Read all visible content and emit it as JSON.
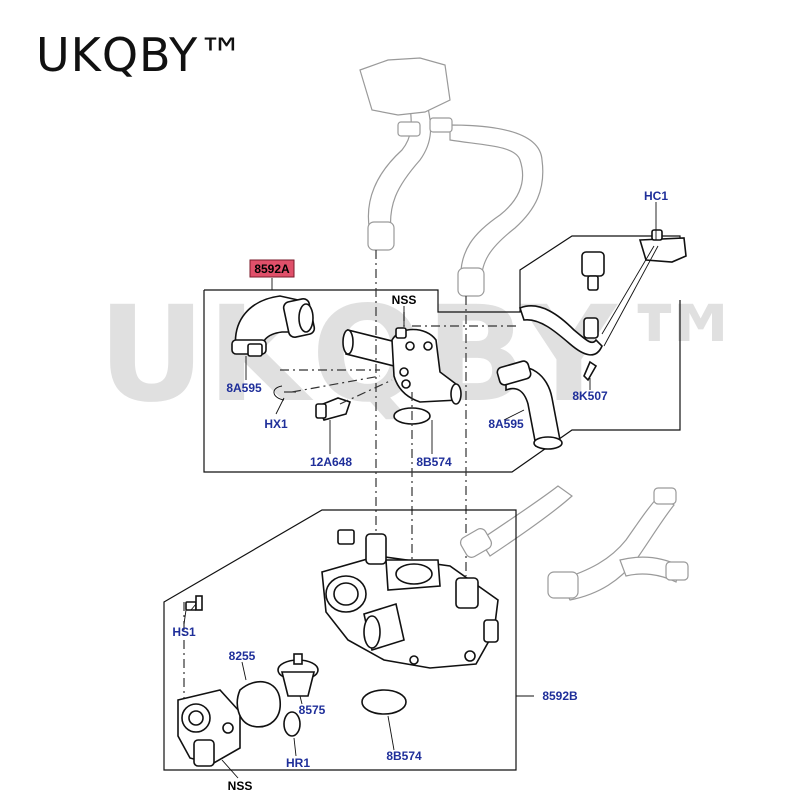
{
  "brand": {
    "title": "UKQBY™"
  },
  "watermark": {
    "text": "UKQBY™"
  },
  "colors": {
    "label": "#1f2f9a",
    "highlight": "#e0506a",
    "line": "#111111"
  },
  "labels": {
    "hc1": "HC1",
    "p8592a": "8592A",
    "nss_top": "NSS",
    "p8a595_left": "8A595",
    "hx1": "HX1",
    "p12a648": "12A648",
    "p8b574_top": "8B574",
    "p8a595_right": "8A595",
    "p8k507": "8K507",
    "hs1": "HS1",
    "p8255": "8255",
    "p8575": "8575",
    "hr1": "HR1",
    "nss_bottom": "NSS",
    "p8b574_bottom": "8B574",
    "p8592b": "8592B"
  }
}
